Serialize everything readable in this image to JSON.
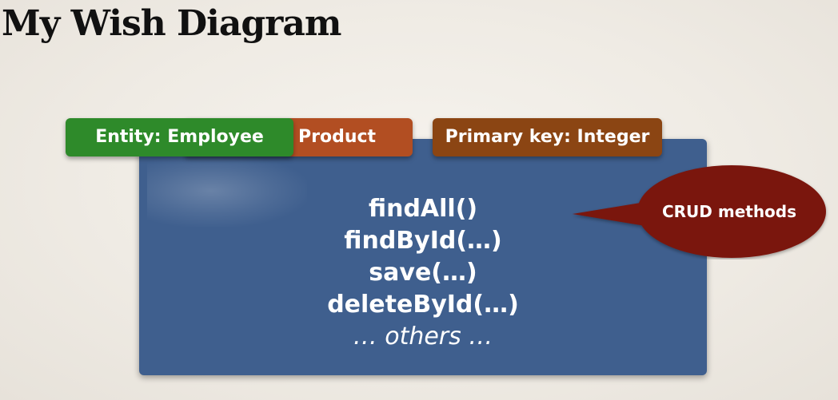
{
  "title": "My Wish Diagram",
  "tabs": {
    "entity": "Entity:  Employee",
    "product": "Product",
    "primary_key": "Primary key: Integer"
  },
  "methods": [
    "findAll()",
    "findById(…)",
    "save(…)",
    "deleteById(…)",
    "… others …"
  ],
  "callout": {
    "label": "CRUD methods",
    "color": "#7a140d"
  },
  "colors": {
    "panel": "#3f5f8e",
    "entity_tab": "#2e8a2a",
    "product_tab": "#b24e22",
    "primary_key_tab": "#8b4513"
  }
}
